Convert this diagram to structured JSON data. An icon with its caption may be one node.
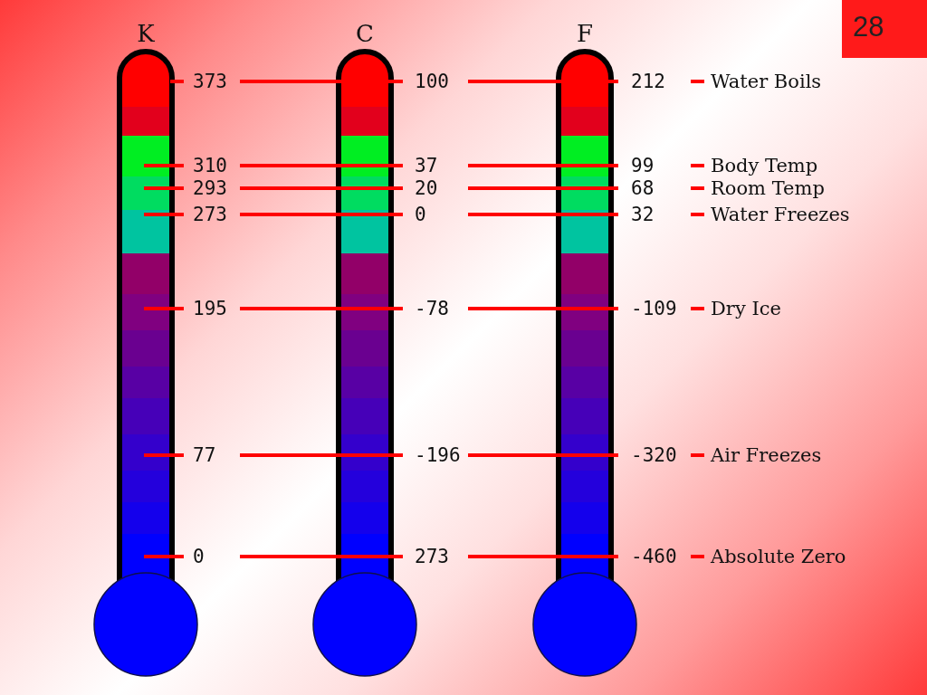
{
  "diagram": {
    "nodes": [
      {
        "text": [
          "K"
        ]
      },
      {
        "text": [
          "C"
        ]
      },
      {
        "text": [
          "F"
        ]
      }
    ],
    "labels": [
      "28",
      "373",
      "100",
      "212",
      "Water Boils",
      "310",
      "37",
      "99",
      "Body Temp",
      "293",
      "20",
      "68",
      "Room Temp",
      "273",
      "0",
      "32",
      "Water Freezes",
      "195",
      "-78",
      "-109",
      "Dry Ice",
      "77",
      "-196",
      "-320",
      "Air Freezes",
      "0",
      "273",
      "-460",
      "Absolute Zero"
    ]
  }
}
